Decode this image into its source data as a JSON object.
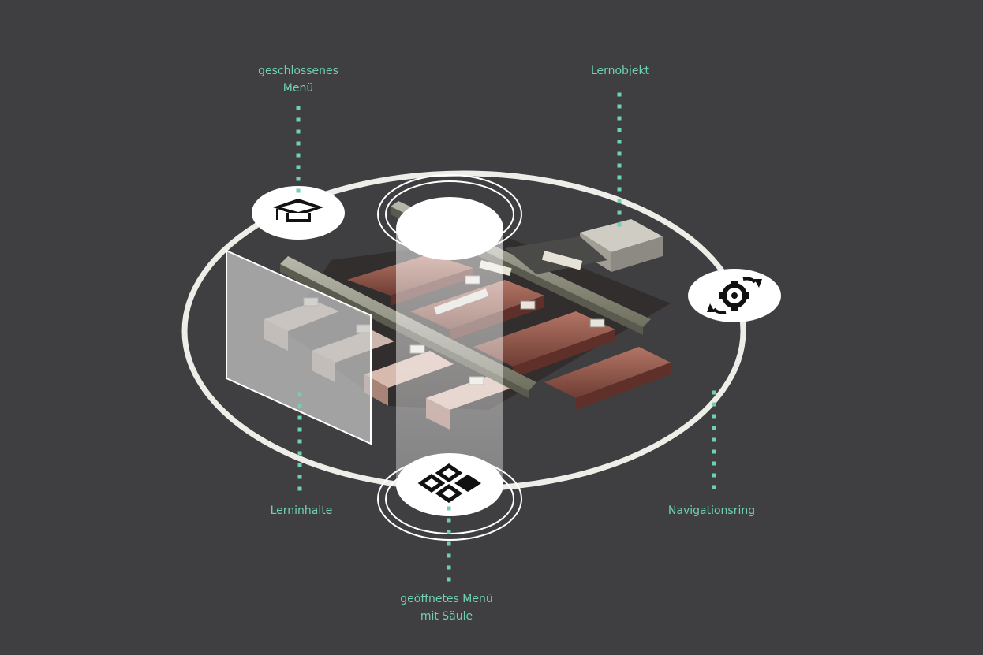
{
  "labels": {
    "closed_menu": [
      "geschlossenes",
      "Menü"
    ],
    "learning_object": [
      "Lernobjekt"
    ],
    "learning_contents": [
      "Lerninhalte"
    ],
    "navigation_ring": [
      "Navigationsring"
    ],
    "open_menu": [
      "geöffnetes Menü",
      "mit Säule"
    ]
  },
  "icons": {
    "closed_menu": "graduation-cap-icon",
    "navigation_ring": "gear-rotate-icon",
    "open_menu": "menu-grid-icon"
  },
  "colors": {
    "background": "#3f3f41",
    "label": "#6fd1ae",
    "ring": "#eeeee8",
    "sleeper": "#8e5a4f",
    "rail": "#9a9a8c"
  }
}
